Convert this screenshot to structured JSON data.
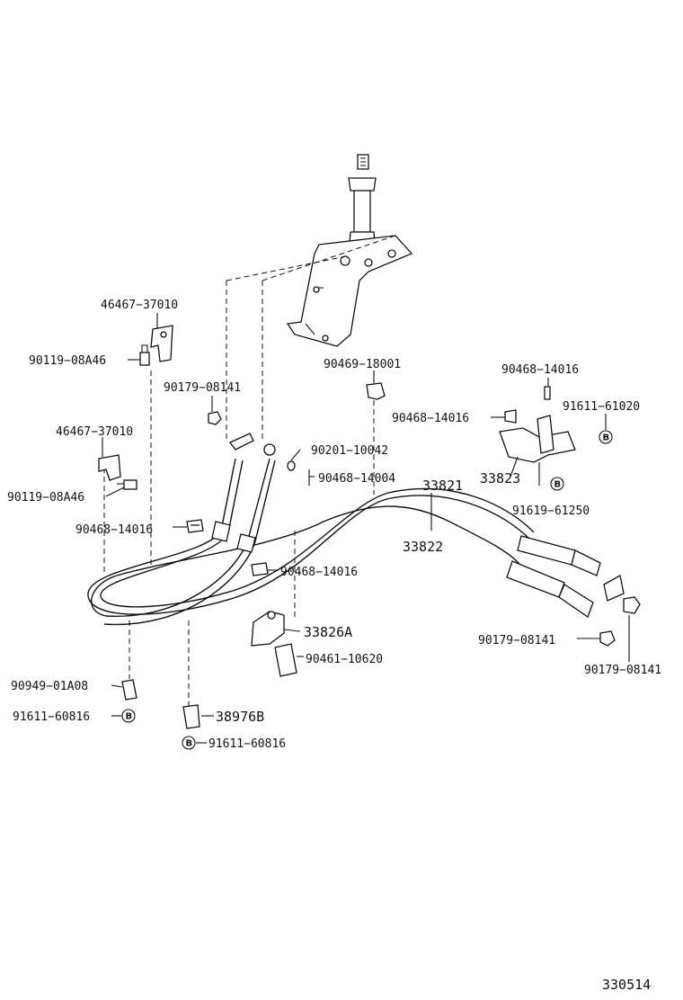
{
  "drawing_number": "330514",
  "callouts": {
    "p46467_37010_top": "46467−37010",
    "p90119_08a46_top": "90119−08A46",
    "p90179_08141_left": "90179−08141",
    "p46467_37010_mid": "46467−37010",
    "p90119_08a46_mid": "90119−08A46",
    "p90468_14016_left": "90468−14016",
    "p90469_18001": "90469−18001",
    "p90201_10042": "90201−10042",
    "p90468_14004": "90468−14004",
    "p90468_14016_top": "90468−14016",
    "p90468_14016_right": "90468−14016",
    "p91611_61020": "91611−61020",
    "p33823": "33823",
    "p91619_61250": "91619−61250",
    "p33821": "33821",
    "p33822": "33822",
    "p90468_14016_center": "90468−14016",
    "p33826a": "33826A",
    "p90461_10620": "90461−10620",
    "p90179_08141_right1": "90179−08141",
    "p90179_08141_right2": "90179−08141",
    "p90949_01a08": "90949−01A08",
    "p91611_60816_left": "91611−60816",
    "p38976b": "38976B",
    "p91611_60816_bottom": "91611−60816",
    "b_marker": "B"
  }
}
